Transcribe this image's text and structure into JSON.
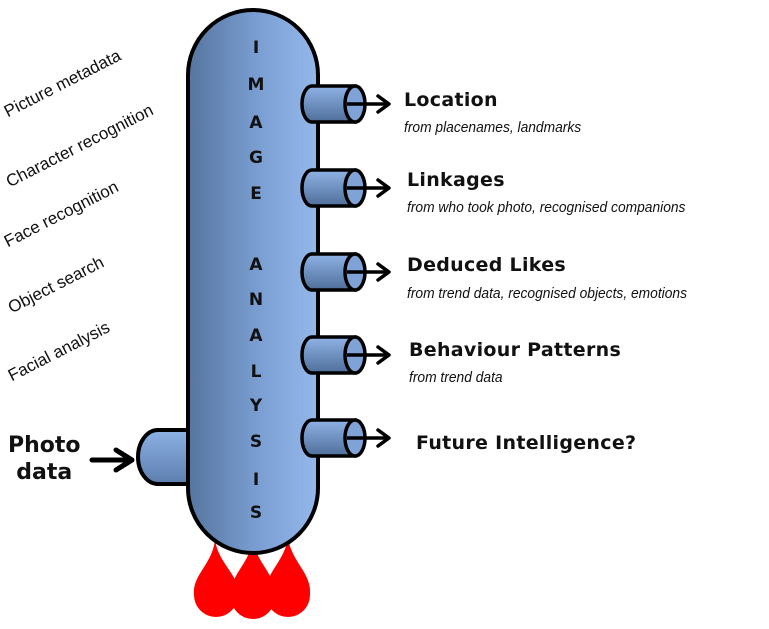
{
  "title_vertical": [
    "I",
    "M",
    "A",
    "G",
    "E",
    "",
    "A",
    "N",
    "A",
    "L",
    "Y",
    "S",
    "I",
    "S"
  ],
  "techniques": [
    {
      "label": "Picture metadata"
    },
    {
      "label": "Character recognition"
    },
    {
      "label": "Face recognition"
    },
    {
      "label": "Object search"
    },
    {
      "label": "Facial analysis"
    }
  ],
  "input": {
    "label_line1": "Photo",
    "label_line2": "data"
  },
  "outputs": [
    {
      "heading": "Location",
      "sub": "from placenames, landmarks"
    },
    {
      "heading": "Linkages",
      "sub": "from who took photo, recognised companions"
    },
    {
      "heading": "Deduced Likes",
      "sub": "from trend data, recognised objects, emotions"
    },
    {
      "heading": "Behaviour Patterns",
      "sub": "from trend data"
    },
    {
      "heading": "Future Intelligence?",
      "sub": ""
    }
  ],
  "colors": {
    "column_dark": "#5a7aa8",
    "column_light": "#8fb3e6",
    "outline": "#000000",
    "drops": "#ff0000"
  }
}
